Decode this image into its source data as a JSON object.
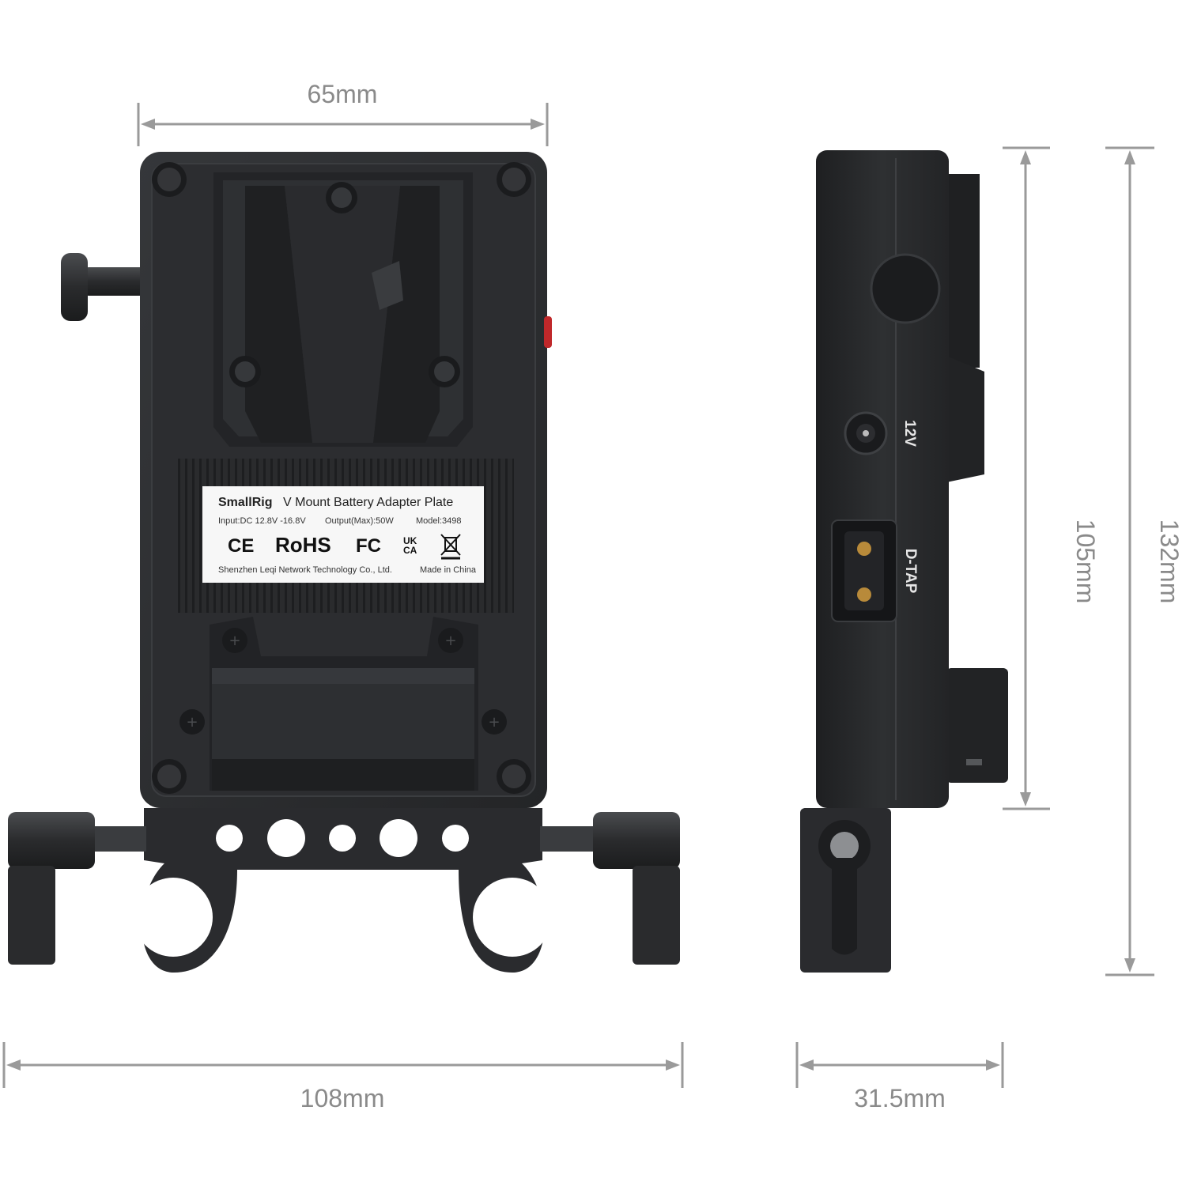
{
  "dimensions": {
    "top_width": "65mm",
    "total_width": "108mm",
    "plate_height": "105mm",
    "total_height": "132mm",
    "depth": "31.5mm"
  },
  "label": {
    "brand": "SmallRig",
    "product": "V Mount Battery Adapter Plate",
    "input": "Input:DC 12.8V -16.8V",
    "output": "Output(Max):50W",
    "model": "Model:3498",
    "marks": {
      "ce": "CE",
      "rohs": "RoHS",
      "fc": "FC",
      "ukca_top": "UK",
      "ukca_bottom": "CA"
    },
    "manufacturer": "Shenzhen Leqi Network Technology Co., Ltd.",
    "origin": "Made in China"
  },
  "ports": {
    "dc": "12V",
    "dtap": "D-TAP"
  },
  "colors": {
    "dimension_line": "#9a9a9a",
    "body": "#2b2c2e",
    "body_dark": "#1c1d1f",
    "accent_red": "#c0282a",
    "brass": "#b88a3a"
  }
}
